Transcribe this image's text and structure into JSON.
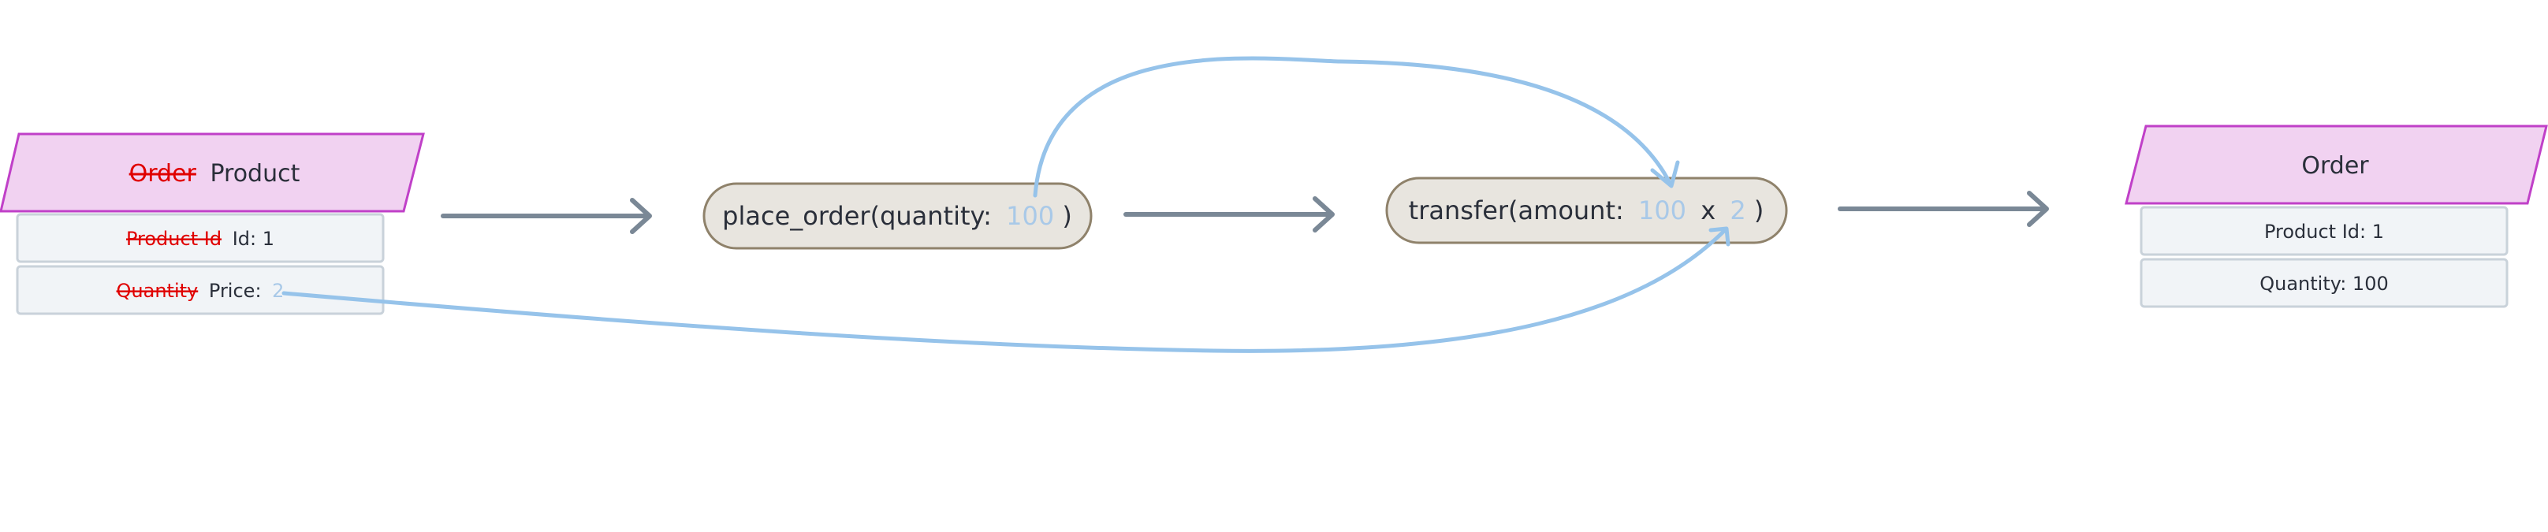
{
  "colors": {
    "accent_pink": "#f1d2f1",
    "accent_pink_border": "#c040c8",
    "field_bg": "#f1f4f7",
    "field_border": "#c9d2da",
    "pill_bg": "#e8e5df",
    "pill_border": "#8f826b",
    "arrow": "#7a8896",
    "flow": "#96c3ea",
    "strike": "#e00000",
    "highlight": "#a9c9e8"
  },
  "product": {
    "title_struck": "Order",
    "title": "Product",
    "field1_struck": "Product Id",
    "field1_text": "Id: 1",
    "field2_struck": "Quantity",
    "field2_text": "Price:",
    "field2_value": "2"
  },
  "place_order": {
    "prefix": "place_order(quantity:",
    "value": "100",
    "suffix": ")"
  },
  "transfer": {
    "prefix": "transfer(amount:",
    "value1": "100",
    "op": "x",
    "value2": "2",
    "suffix": ")"
  },
  "order": {
    "title": "Order",
    "field1": "Product Id: 1",
    "field2": "Quantity: 100"
  }
}
